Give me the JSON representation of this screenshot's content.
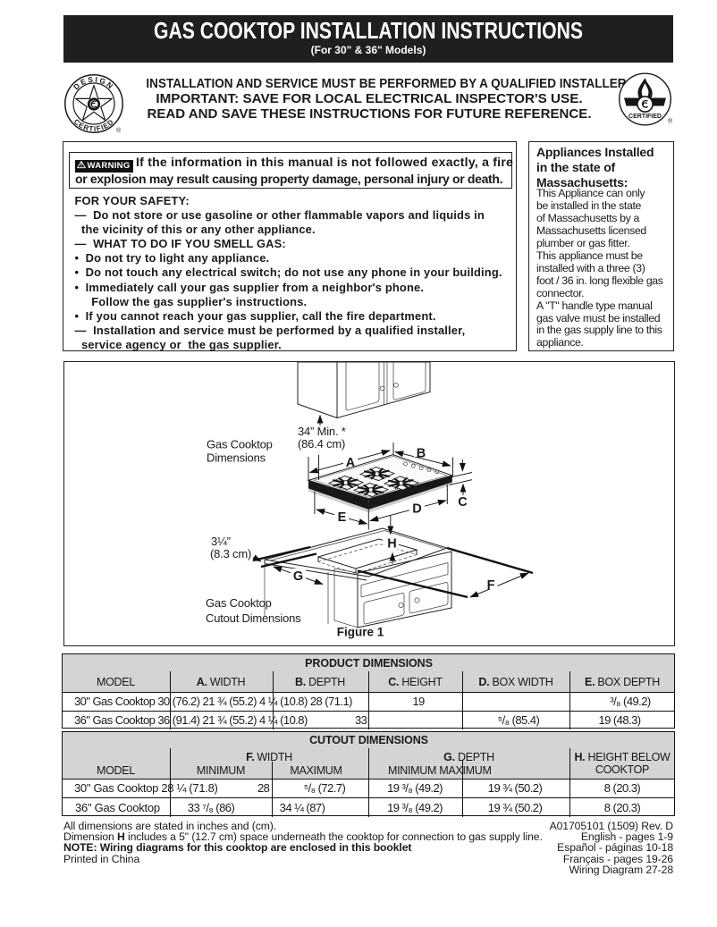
{
  "banner": {
    "title": "GAS COOKTOP INSTALLATION INSTRUCTIONS",
    "subtitle": "(For 30\" & 36\" Models)"
  },
  "header": {
    "lines": [
      "INSTALLATION AND SERVICE MUST BE PERFORMED BY A QUALIFIED INSTALLER.",
      "IMPORTANT: SAVE FOR LOCAL ELECTRICAL INSPECTOR'S USE.",
      "READ AND SAVE THESE INSTRUCTIONS FOR FUTURE REFERENCE."
    ],
    "left_logo": {
      "arc_top": "DESIGN",
      "arc_bottom": "CERTIFIED",
      "reg": "®"
    },
    "right_logo": {
      "label": "CERTIFIED",
      "reg": "®"
    }
  },
  "warning_box": {
    "label": "WARNING",
    "intro_line1": "If the information in this manual is not followed exactly, a fire",
    "intro_line2": "or explosion may result causing property damage, personal injury or death.",
    "lines": [
      "FOR YOUR SAFETY:",
      "—  Do not store or use gasoline or other flammable vapors and liquids in",
      "  the vicinity of this or any other appliance.",
      "—  WHAT TO DO IF YOU SMELL GAS:",
      "•  Do not try to light any appliance.",
      "•  Do not touch any electrical switch; do not use any phone in your building.",
      "•  Immediately call your gas supplier from a neighbor's phone.",
      "     Follow the gas supplier's instructions.",
      "•  If you cannot reach your gas supplier, call the fire department.",
      "—  Installation and service must be performed by a qualified installer,",
      "  service agency or  the gas supplier."
    ]
  },
  "ma_box": {
    "heading_lines": [
      "Appliances Installed",
      "in the state of",
      "Massachusetts:"
    ],
    "body_lines": [
      "This Appliance can only",
      "be installed in the state",
      "of Massachusetts by a",
      "Massachusetts licensed",
      "plumber or gas fitter.",
      "This appliance must be",
      "installed with a three (3)",
      "foot / 36 in. long flexible gas",
      "connector.",
      "A \"T\" handle type manual",
      "gas valve must be installed",
      "in the gas supply line to this",
      "appliance."
    ]
  },
  "figure": {
    "labels": {
      "min_clearance_1": "34” Min. *",
      "min_clearance_2": "(86.4 cm)",
      "cooktop_dims_1": "Gas Cooktop",
      "cooktop_dims_2": "Dimensions",
      "setback_1": "3¼”",
      "setback_2": "(8.3 cm)",
      "cutout_dims_1": "Gas Cooktop",
      "cutout_dims_2": "Cutout Dimensions",
      "caption": "Figure 1"
    },
    "dims": {
      "a": "A",
      "b": "B",
      "c": "C",
      "d": "D",
      "e": "E",
      "f": "F",
      "g": "G",
      "h": "H"
    }
  },
  "product_table": {
    "title": "PRODUCT DIMENSIONS",
    "columns": [
      {
        "b": "",
        "t": "MODEL"
      },
      {
        "b": "A.",
        "t": " WIDTH"
      },
      {
        "b": "B.",
        "t": " DEPTH"
      },
      {
        "b": "C.",
        "t": " HEIGHT"
      },
      {
        "b": "D.",
        "t": " BOX WIDTH"
      },
      {
        "b": "E.",
        "t": " BOX DEPTH"
      }
    ],
    "rows": [
      {
        "runs": [
          {
            "text": "30\" Gas Cooktop 30 (76.2) 21 ¾ (55.2) 4 ¼ (10.8) 28 (71.1)"
          },
          {
            "text": "19"
          },
          {
            "text": "³/₈ (49.2)"
          }
        ]
      },
      {
        "runs": [
          {
            "text": "36\" Gas Cooktop 36 (91.4) 21 ¾ (55.2) 4 ¼ (10.8)"
          },
          {
            "text": "33"
          },
          {
            "text": "⁵/₈ (85.4)"
          },
          {
            "text": "19 (48.3)"
          }
        ]
      }
    ]
  },
  "cutout_table": {
    "title": "CUTOUT DIMENSIONS",
    "group_f": {
      "b": "F.",
      "t": " WIDTH"
    },
    "group_g": {
      "b": "G.",
      "t": " DEPTH"
    },
    "group_h1": {
      "b": "H.",
      "t": " HEIGHT BELOW"
    },
    "group_h2": "COOKTOP",
    "sub_model": "MODEL",
    "sub_min": "MINIMUM",
    "sub_max": "MAXIMUM",
    "sub_minmax": "MINIMUM MAXIMUM",
    "rows": [
      {
        "runs": [
          {
            "text": "30\" Gas Cooktop 28 ¼ (71.8)"
          },
          {
            "text": "28"
          },
          {
            "text": "⁵/₈ (72.7)"
          },
          {
            "text": "19 ³/₈ (49.2)"
          },
          {
            "text": "19 ¾ (50.2)"
          },
          {
            "text": "8 (20.3)"
          }
        ]
      },
      {
        "runs": [
          {
            "text": "36\" Gas Cooktop"
          },
          {
            "text": "33 ⁷/₈ (86)"
          },
          {
            "text": "34 ¼ (87)"
          },
          {
            "text": "19 ³/₈ (49.2)"
          },
          {
            "text": "19 ¾ (50.2)"
          },
          {
            "text": "8 (20.3)"
          }
        ]
      }
    ]
  },
  "footer": {
    "left_line1": "All dimensions are stated in inches and (cm).",
    "left_line2_parts": [
      "Dimension ",
      "H",
      " includes a 5\" (12.7 cm) space underneath the cooktop for connection to gas supply line."
    ],
    "left_line3": "NOTE: Wiring diagrams for this cooktop are enclosed in this booklet",
    "left_line4": "Printed in China",
    "right_lines": [
      "A01705101 (1509) Rev. D",
      "English - pages 1-9",
      "Español - páginas 10-18",
      "Français - pages 19-26",
      "Wiring Diagram 27-28"
    ]
  }
}
